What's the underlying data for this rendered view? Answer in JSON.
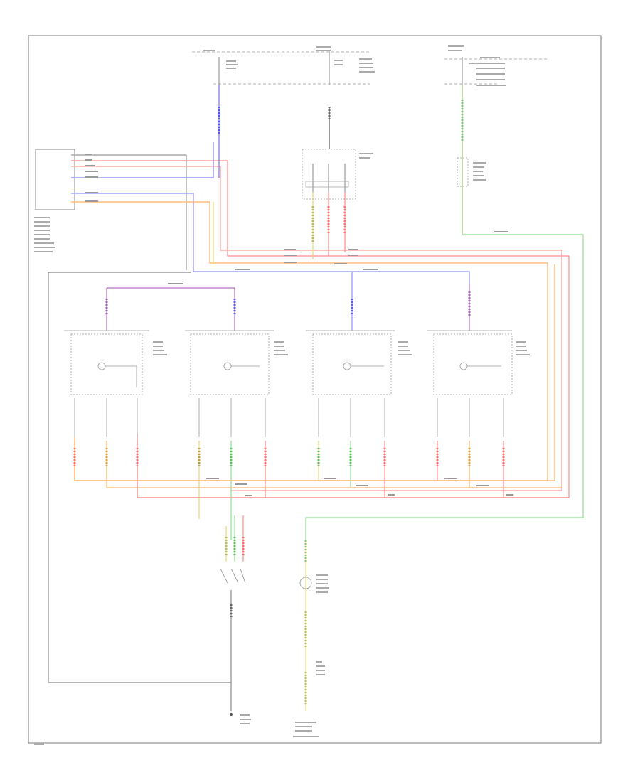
{
  "diagram": {
    "footer_code": "",
    "colors": {
      "red": "#ff8a8a",
      "red_strong": "#ff5a5a",
      "orange": "#ffb060",
      "yellow": "#e8d870",
      "green": "#90e090",
      "blue": "#8080ff",
      "violet": "#b070c0",
      "gray": "#888888",
      "black": "#555555"
    },
    "switches": [
      {
        "id": "left-front"
      },
      {
        "id": "right-front"
      },
      {
        "id": "left-rear"
      },
      {
        "id": "right-rear"
      }
    ]
  }
}
